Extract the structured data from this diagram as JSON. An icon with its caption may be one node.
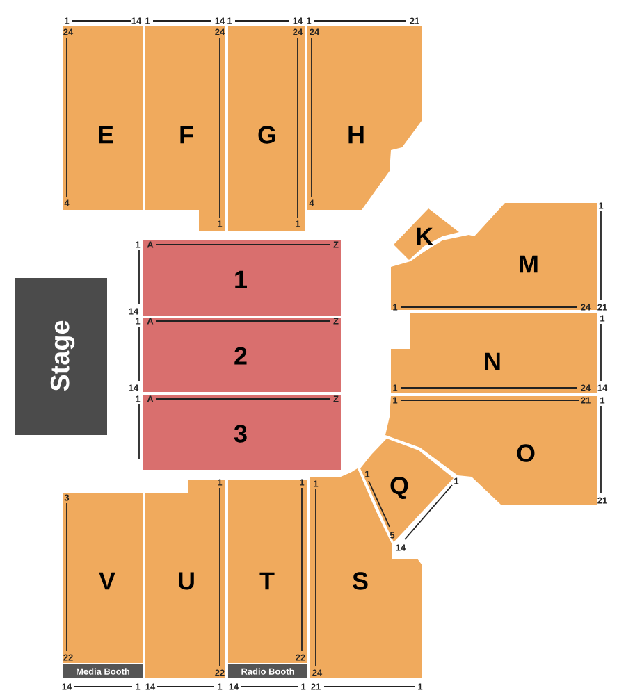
{
  "diagram": {
    "nodes": [
      {
        "text": [
          "E"
        ]
      },
      {
        "text": [
          "F"
        ]
      },
      {
        "text": [
          "G"
        ]
      },
      {
        "text": [
          "H"
        ]
      },
      {
        "text": [
          "K"
        ]
      },
      {
        "text": [
          "M"
        ]
      },
      {
        "text": [
          "Stage"
        ]
      },
      {
        "text": [
          "1"
        ]
      },
      {
        "text": [
          "2"
        ]
      },
      {
        "text": [
          "N"
        ]
      },
      {
        "text": [
          "3"
        ]
      },
      {
        "text": [
          "O"
        ]
      },
      {
        "text": [
          "Q"
        ]
      },
      {
        "text": [
          "V"
        ]
      },
      {
        "text": [
          "U"
        ]
      },
      {
        "text": [
          "T"
        ]
      },
      {
        "text": [
          "S"
        ]
      },
      {
        "text": [
          "Media Booth"
        ]
      },
      {
        "text": [
          "Radio Booth"
        ]
      }
    ],
    "labels": [
      "1",
      "14",
      "1",
      "14",
      "1",
      "14",
      "1",
      "21",
      "24",
      "24",
      "24",
      "24",
      "4",
      "4",
      "1",
      "1",
      "1",
      "1",
      "A",
      "Z",
      "1",
      "24",
      "21",
      "14",
      "1",
      "1",
      "A",
      "Z",
      "14",
      "1",
      "24",
      "14",
      "1",
      "A",
      "Z",
      "1",
      "21",
      "1",
      "1",
      "1",
      "1",
      "1",
      "1",
      "3",
      "21",
      "5",
      "14",
      "22",
      "22",
      "22",
      "24",
      "14",
      "1",
      "14",
      "1",
      "14",
      "1",
      "21",
      "1"
    ]
  }
}
